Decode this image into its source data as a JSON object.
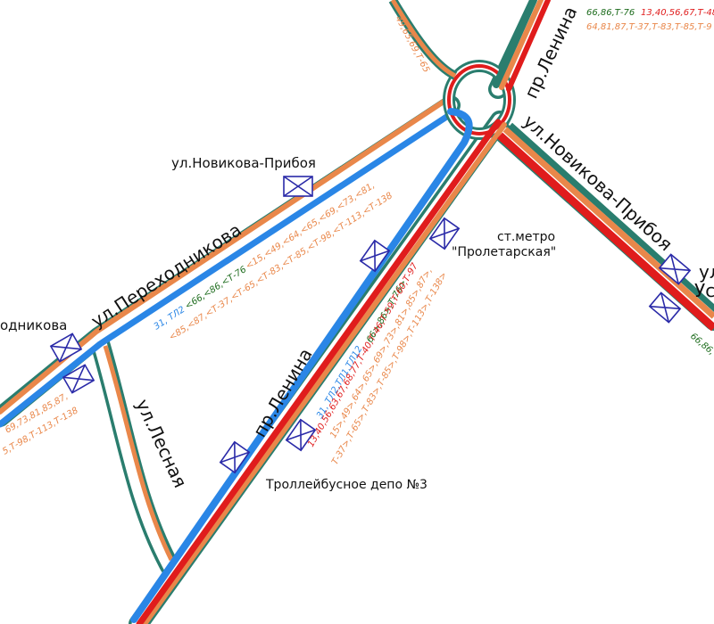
{
  "colors": {
    "bus": "#e9874a",
    "tram": "#e01c1c",
    "trolleybus": "#2a86e6",
    "minibus": "#1c6b1c",
    "road_edge": "#2a7d6e",
    "stop_box": "#2a2aa8"
  },
  "streets": {
    "perekhodnikova": "ул.Переходникова",
    "perekhodnikova_left": "одникова",
    "novikova_priboya_top": "ул.Новикова-Прибоя",
    "novikova_priboya_right": "ул.Новикова-Прибоя",
    "lenina_lower": "пр.Ленина",
    "lenina_upper": "пр.Ленина",
    "lesnaya": "ул.Лесная",
    "right_cut_1": "ул.",
    "right_cut_2": "Ус"
  },
  "poi": {
    "metro_1": "ст.метро",
    "metro_2": "\"Пролетарская\"",
    "depot": "Троллейбусное депо №3"
  },
  "routes": {
    "top_right_green": "66,86,Т-76",
    "top_right_red": "13,40,56,67,Т-48",
    "top_right_orange": "64,81,87,Т-37,Т-83,Т-85,Т-9",
    "top_orange": "49,65,69,Т-65",
    "perek_blue": "31, ТЛ2",
    "perek_green": "<66,<86,<Т-76",
    "perek_orange_1": "<15,<49,<64,<65,<69,<73,<81,",
    "perek_orange_2": "<85,<87,<Т-37,<Т-65,<Т-83,<Т-85,<Т-98,<Т-113,<Т-138",
    "left_orange_1": "69,73,81,85,87,",
    "left_orange_2": "5,Т-98,Т-113,Т-138",
    "lenina_blue": "31, ТЛ2,ТЛ1,ТЛ12",
    "lenina_green": "66>,86>,Т-76>",
    "lenina_red": "13,40,56,63,67,68,77,Т-40,Т-46,Т-59,Т-60,Т-97",
    "lenina_orange_1": "15>,49>,64>,65>,69>,73>,81>,85>,87>,",
    "lenina_orange_2": "Т-37>,Т-65>,Т-83>,Т-85>,Т-98>,Т-113>,Т-138>",
    "right_green": "66,86,"
  }
}
